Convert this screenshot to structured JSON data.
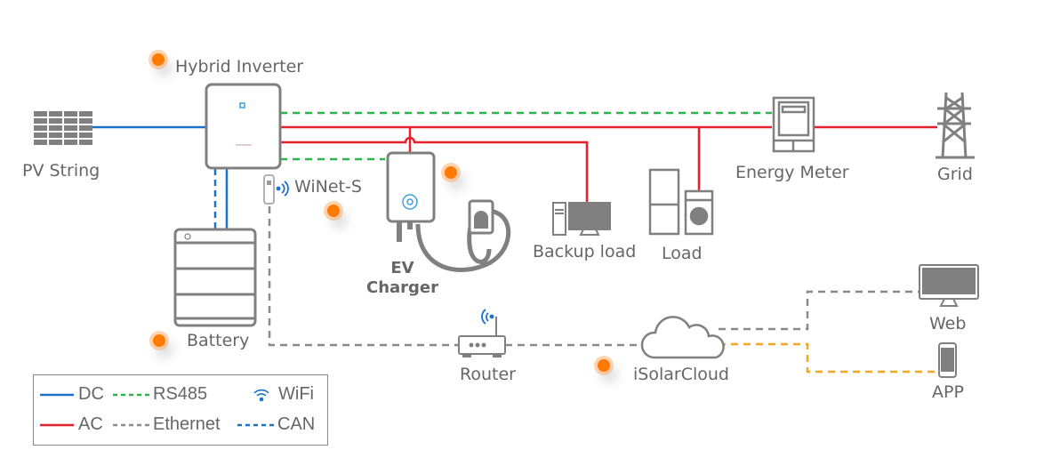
{
  "diagram": {
    "nodes": {
      "hybrid_inverter": "Hybrid Inverter",
      "pv_string": "PV String",
      "energy_meter": "Energy Meter",
      "grid": "Grid",
      "winet_s": "WiNet-S",
      "ev_charger_line1": "EV",
      "ev_charger_line2": "Charger",
      "backup_load": "Backup load",
      "load": "Load",
      "battery": "Battery",
      "router": "Router",
      "isolarcloud": "iSolarCloud",
      "web": "Web",
      "app": "APP"
    },
    "legend": {
      "dc": "DC",
      "rs485": "RS485",
      "wifi": "WiFi",
      "ac": "AC",
      "ethernet": "Ethernet",
      "can": "CAN"
    },
    "colors": {
      "dc": "#1a73c8",
      "ac": "#e8202e",
      "rs485": "#2db34a",
      "ethernet": "#8a8a8a",
      "can": "#1a73c8",
      "app_link": "#f5a623",
      "hotspot": "#ff7a00",
      "device": "#808080"
    }
  }
}
